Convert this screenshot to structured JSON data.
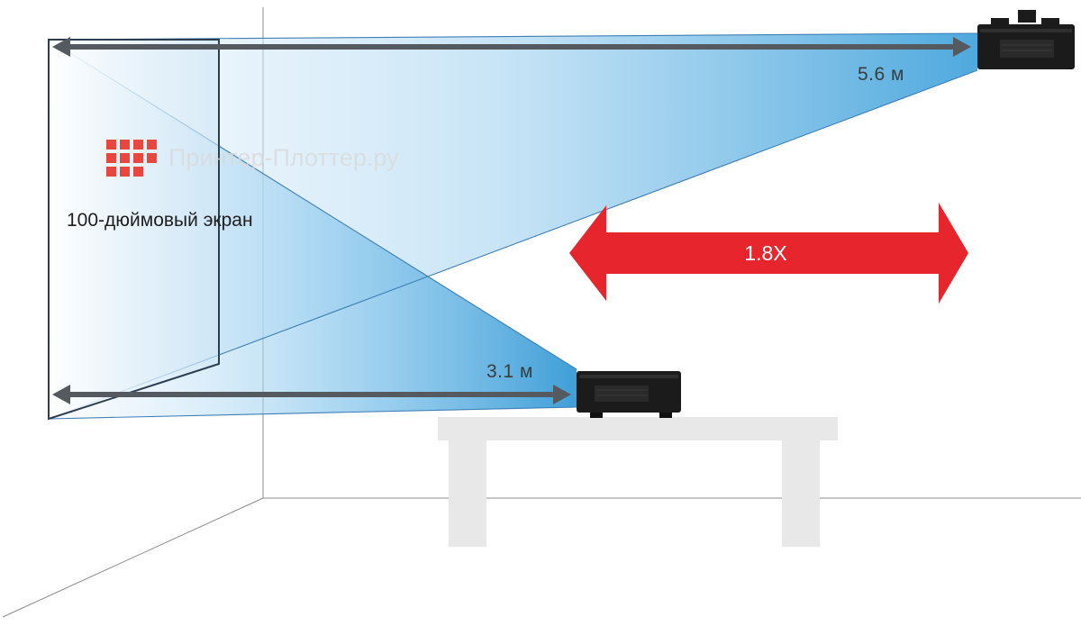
{
  "screen": {
    "label": "100-дюймовый экран"
  },
  "distances": {
    "far": "5.6 м",
    "near": "3.1 м"
  },
  "zoom_ratio": "1.8X",
  "watermark": {
    "text": "Принтер-Плоттер.ру"
  },
  "colors": {
    "beam_light": "#dff0fa",
    "beam_dark": "#4faee0",
    "arrow_red": "#e6252d",
    "dimension_arrow": "#555a60",
    "projector": "#1b1b1b",
    "table": "#e8e8e8",
    "watermark": "#e8463e"
  }
}
